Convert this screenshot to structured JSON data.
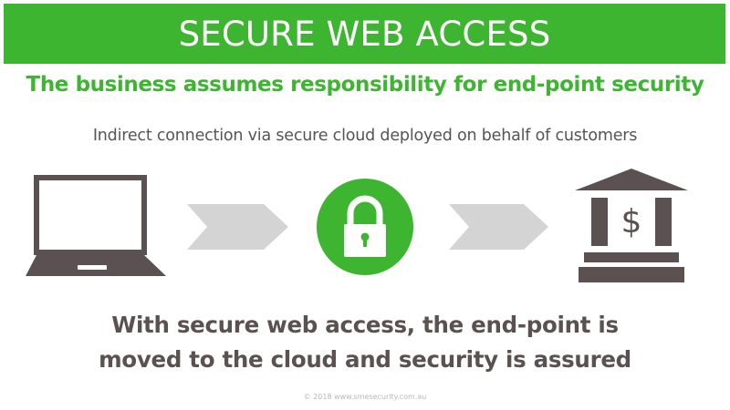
{
  "header": {
    "title": "SECURE WEB ACCESS",
    "subtitle": "The business assumes responsibility for end-point security",
    "description": "Indirect connection via secure cloud deployed on behalf of customers"
  },
  "diagram": {
    "nodes": [
      {
        "icon": "laptop-icon"
      },
      {
        "icon": "lock-icon"
      },
      {
        "icon": "bank-icon"
      }
    ],
    "connectors": [
      "chevron-arrow-icon",
      "chevron-arrow-icon"
    ]
  },
  "conclusion": {
    "line1": "With secure web access, the end-point is",
    "line2": "moved to the cloud and security is assured"
  },
  "footer": {
    "copyright": "© 2018 www.smesecurity.com.au"
  },
  "colors": {
    "brand_green": "#3db531",
    "icon_dark": "#5a5150",
    "arrow_grey": "#d4d4d4",
    "text_grey": "#555555"
  }
}
